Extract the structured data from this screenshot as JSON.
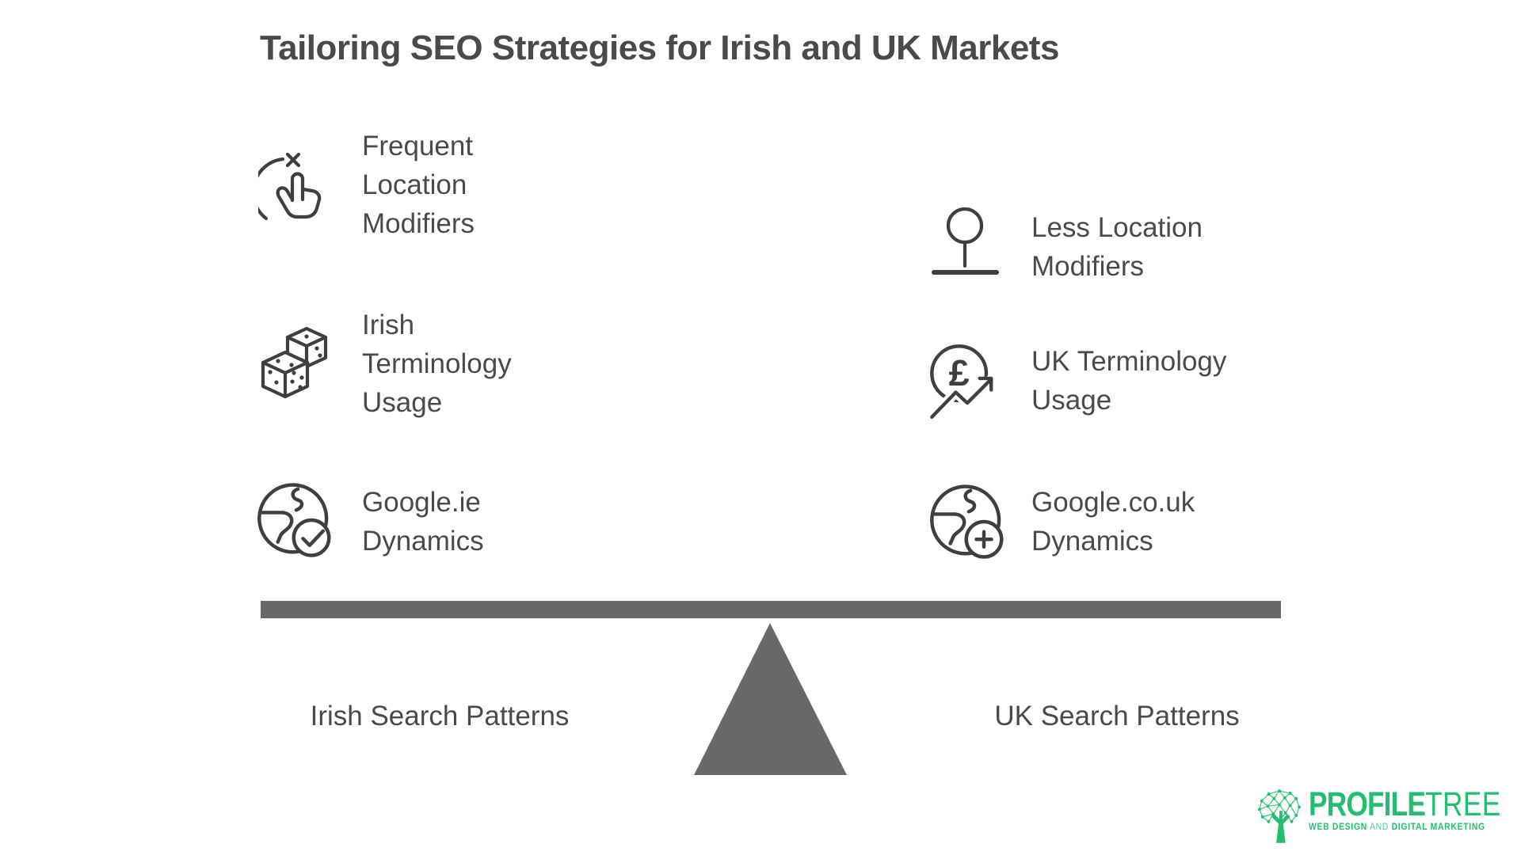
{
  "title": "Tailoring SEO Strategies for Irish and UK Markets",
  "left_column": {
    "items": [
      {
        "icon": "tap-gesture-dismiss-icon",
        "label": "Frequent Location Modifiers",
        "lines": [
          "Frequent",
          "Location",
          "Modifiers"
        ]
      },
      {
        "icon": "dice-icon",
        "label": "Irish Terminology Usage",
        "lines": [
          "Irish",
          "Terminology",
          "Usage"
        ]
      },
      {
        "icon": "globe-check-icon",
        "label": "Google.ie Dynamics",
        "lines": [
          "Google.ie",
          "Dynamics"
        ]
      }
    ]
  },
  "right_column": {
    "items": [
      {
        "icon": "map-pin-icon",
        "label": "Less Location Modifiers",
        "lines": [
          "Less Location",
          "Modifiers"
        ]
      },
      {
        "icon": "pound-sterling-growth-icon",
        "label": "UK Terminology Usage",
        "lines": [
          "UK Terminology",
          "Usage"
        ]
      },
      {
        "icon": "globe-add-icon",
        "label": "Google.co.uk Dynamics",
        "lines": [
          "Google.co.uk",
          "Dynamics"
        ]
      }
    ]
  },
  "balance": {
    "left_label": "Irish Search Patterns",
    "right_label": "UK Search Patterns",
    "beam_color": "#696969"
  },
  "logo": {
    "brand_primary": "PROFILE",
    "brand_secondary": "TREE",
    "tagline_bold_1": "WEB DESIGN",
    "tagline_connector": "AND",
    "tagline_bold_2": "DIGITAL MARKETING",
    "brand_color": "#21bf6f"
  },
  "colors": {
    "background": "#ffffff",
    "text": "#4a4a4a",
    "icon_stroke": "#3f3f3f",
    "beam_gray": "#696969"
  }
}
